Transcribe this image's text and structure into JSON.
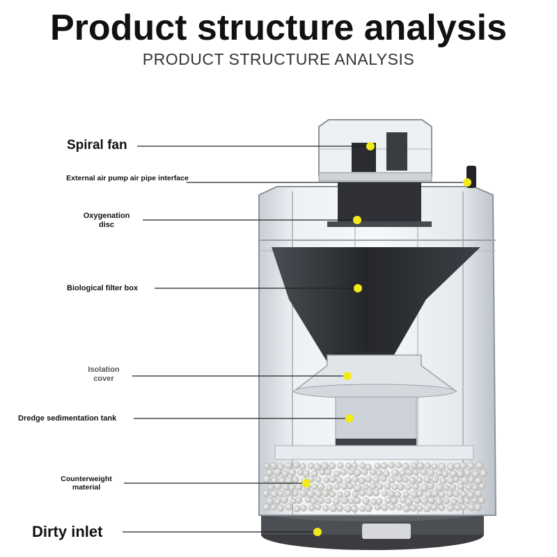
{
  "header": {
    "title": "Product structure analysis",
    "subtitle": "PRODUCT STRUCTURE ANALYSIS"
  },
  "colors": {
    "marker": "#f2ea1a",
    "leader_line": "#222222",
    "dark_part": "#2b2d31",
    "clear_body": "#dfe3e8"
  },
  "labels": [
    {
      "key": "spiral_fan",
      "text": "Spiral fan"
    },
    {
      "key": "air_pipe_interface",
      "text": "External air pump air pipe interface"
    },
    {
      "key": "oxygenation_disc",
      "text": "Oxygenation disc"
    },
    {
      "key": "biological_filter_box",
      "text": "Biological filter box"
    },
    {
      "key": "isolation_cover",
      "text": "Isolation cover"
    },
    {
      "key": "dredge_tank",
      "text": "Dredge sedimentation tank"
    },
    {
      "key": "counterweight",
      "text": "Counterweight material"
    },
    {
      "key": "dirty_inlet",
      "text": "Dirty inlet"
    }
  ]
}
